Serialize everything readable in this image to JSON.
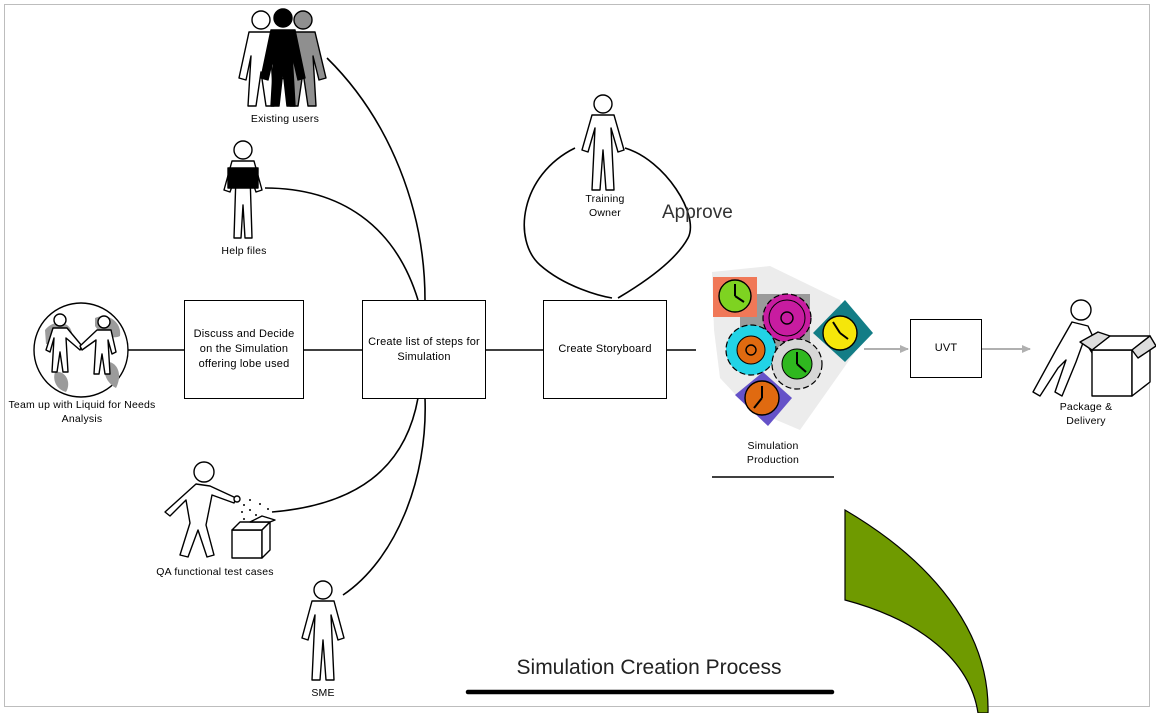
{
  "diagram": {
    "title": "Simulation Creation Process",
    "approve_label": "Approve",
    "boxes": {
      "discuss": "Discuss and Decide on the Simulation offering lobe used",
      "create_steps": "Create list of steps for Simulation",
      "storyboard": "Create Storyboard",
      "uvt": "UVT"
    },
    "actors": {
      "existing_users": "Existing users",
      "help_files": "Help files",
      "team_up": "Team up with Liquid for Needs Analysis",
      "qa": "QA functional test cases",
      "sme": "SME",
      "training_owner": "Training Owner",
      "simulation_production": "Simulation Production",
      "package_delivery": "Package & Delivery"
    },
    "colors": {
      "accent_wedge": "#6f9a00",
      "arrow_gray": "#b0b0b0",
      "gear_cyan": "#22d3e6",
      "gear_magenta": "#c81ca0",
      "gear_green": "#2fb81f",
      "gear_orange": "#e06a10",
      "clock_green": "#7ed321",
      "clock_yellow": "#f5e60a",
      "tile_salmon": "#f07858",
      "tile_teal": "#137d86",
      "tile_purple": "#6552c8"
    }
  }
}
